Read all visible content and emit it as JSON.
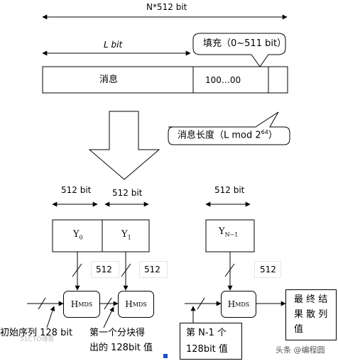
{
  "labels": {
    "total_length": "N*512 bit",
    "message_length": "L    bit",
    "padding_callout": "填充（0~511 bit）",
    "message": "消息",
    "padding_bits": "100…00",
    "length_callout": "消息长度（L mod  2",
    "length_exp": "64",
    "length_close": "）",
    "block_size_1": "512 bit",
    "block_size_2": "512 bit",
    "block_size_3": "512 bit",
    "y0_base": "Y",
    "y0_sub": "0",
    "y1_base": "Y",
    "y1_sub": "1",
    "yn_base": "Y",
    "yn_sub": "N−1",
    "w1": "512",
    "w2": "512",
    "w3": "512",
    "h_base": "H",
    "h_sub": "MDS",
    "iv": "初始序列 128 bit",
    "first_block_out_1": "第一个分块得",
    "first_block_out_2": "出的 128bit 值",
    "nminus1_out_1": "第  N-1  个",
    "nminus1_out_2": "128bit 值",
    "final_1": "最 终 结",
    "final_2": "果 散 列",
    "final_3": "值",
    "watermark": "头条 @编程圆",
    "watermark_left": "51CTO博客"
  }
}
